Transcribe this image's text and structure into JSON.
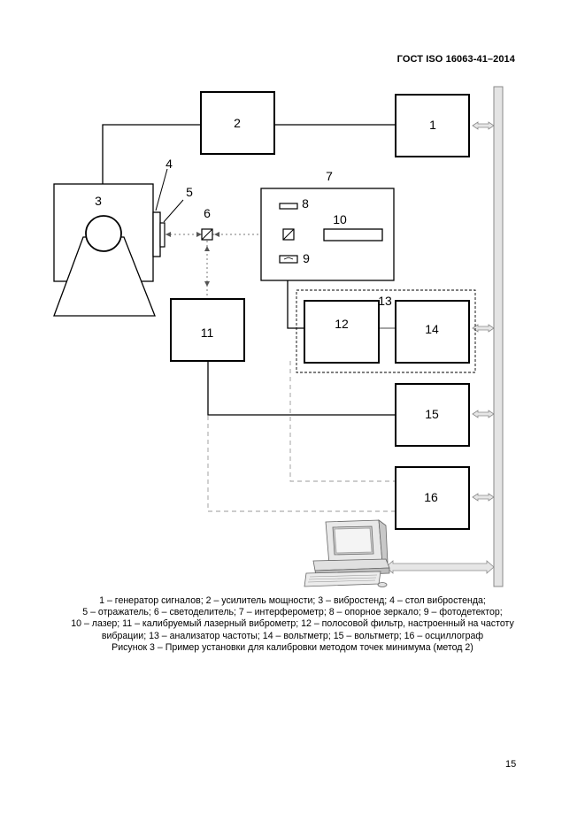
{
  "header": {
    "standard_code": "ГОСТ ISO 16063-41–2014"
  },
  "figure": {
    "labels": {
      "b1": "1",
      "b2": "2",
      "b3": "3",
      "b4": "4",
      "b5": "5",
      "b6": "6",
      "b7": "7",
      "b8": "8",
      "b9": "9",
      "b10": "10",
      "b11": "11",
      "b12": "12",
      "b13": "13",
      "b14": "14",
      "b15": "15",
      "b16": "16"
    }
  },
  "caption": {
    "lines": [
      "1 – генератор сигналов; 2 – усилитель мощности; 3 – вибростенд; 4 – стол вибростенда;",
      "5 – отражатель; 6 – светоделитель; 7 – интерферометр; 8 – опорное зеркало; 9 – фотодетектор;",
      "10 – лазер; 11 – калибруемый лазерный виброметр; 12 – полосовой фильтр, настроенный на частоту",
      "вибрации; 13 – анализатор частоты; 14 – вольтметр; 15 – вольтметр; 16 – осциллограф"
    ],
    "title": "Рисунок 3 – Пример установки для калибровки методом точек минимума (метод 2)"
  },
  "page": {
    "number": "15"
  }
}
